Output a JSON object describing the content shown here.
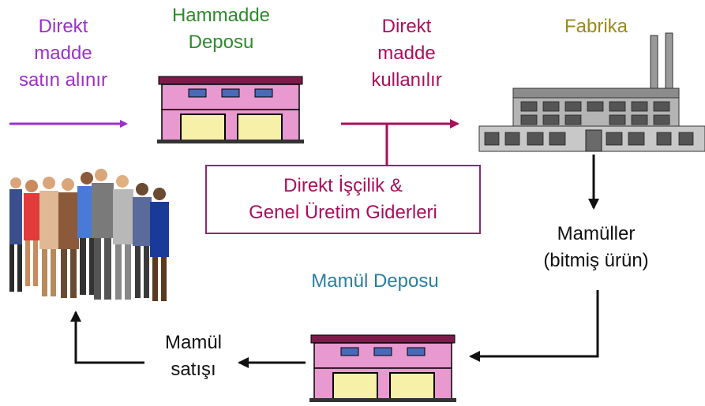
{
  "colors": {
    "purple": "#9b30c8",
    "magenta": "#a8105c",
    "green": "#2e8a2e",
    "olive": "#9a8a1a",
    "teal": "#2a7e9e",
    "black": "#111111",
    "box_border": "#8a2a6e",
    "warehouse_pink": "#e89ad0",
    "warehouse_yellow": "#f6f0a8"
  },
  "labels": {
    "purchase": {
      "line1": "Direkt",
      "line2": "madde",
      "line3": "satın alınır"
    },
    "raw_warehouse": {
      "line1": "Hammadde",
      "line2": "Deposu"
    },
    "usage": {
      "line1": "Direkt",
      "line2": "madde",
      "line3": "kullanılır"
    },
    "factory": "Fabrika",
    "costs": {
      "line1": "Direkt İşçilik &",
      "line2": "Genel Üretim Giderleri"
    },
    "products": {
      "line1": "Mamüller",
      "line2": "(bitmiş ürün)"
    },
    "finished_warehouse": "Mamül Deposu",
    "sales": {
      "line1": "Mamül",
      "line2": "satışı"
    }
  },
  "icons": [
    "warehouse-icon",
    "factory-icon",
    "people-group-icon"
  ]
}
